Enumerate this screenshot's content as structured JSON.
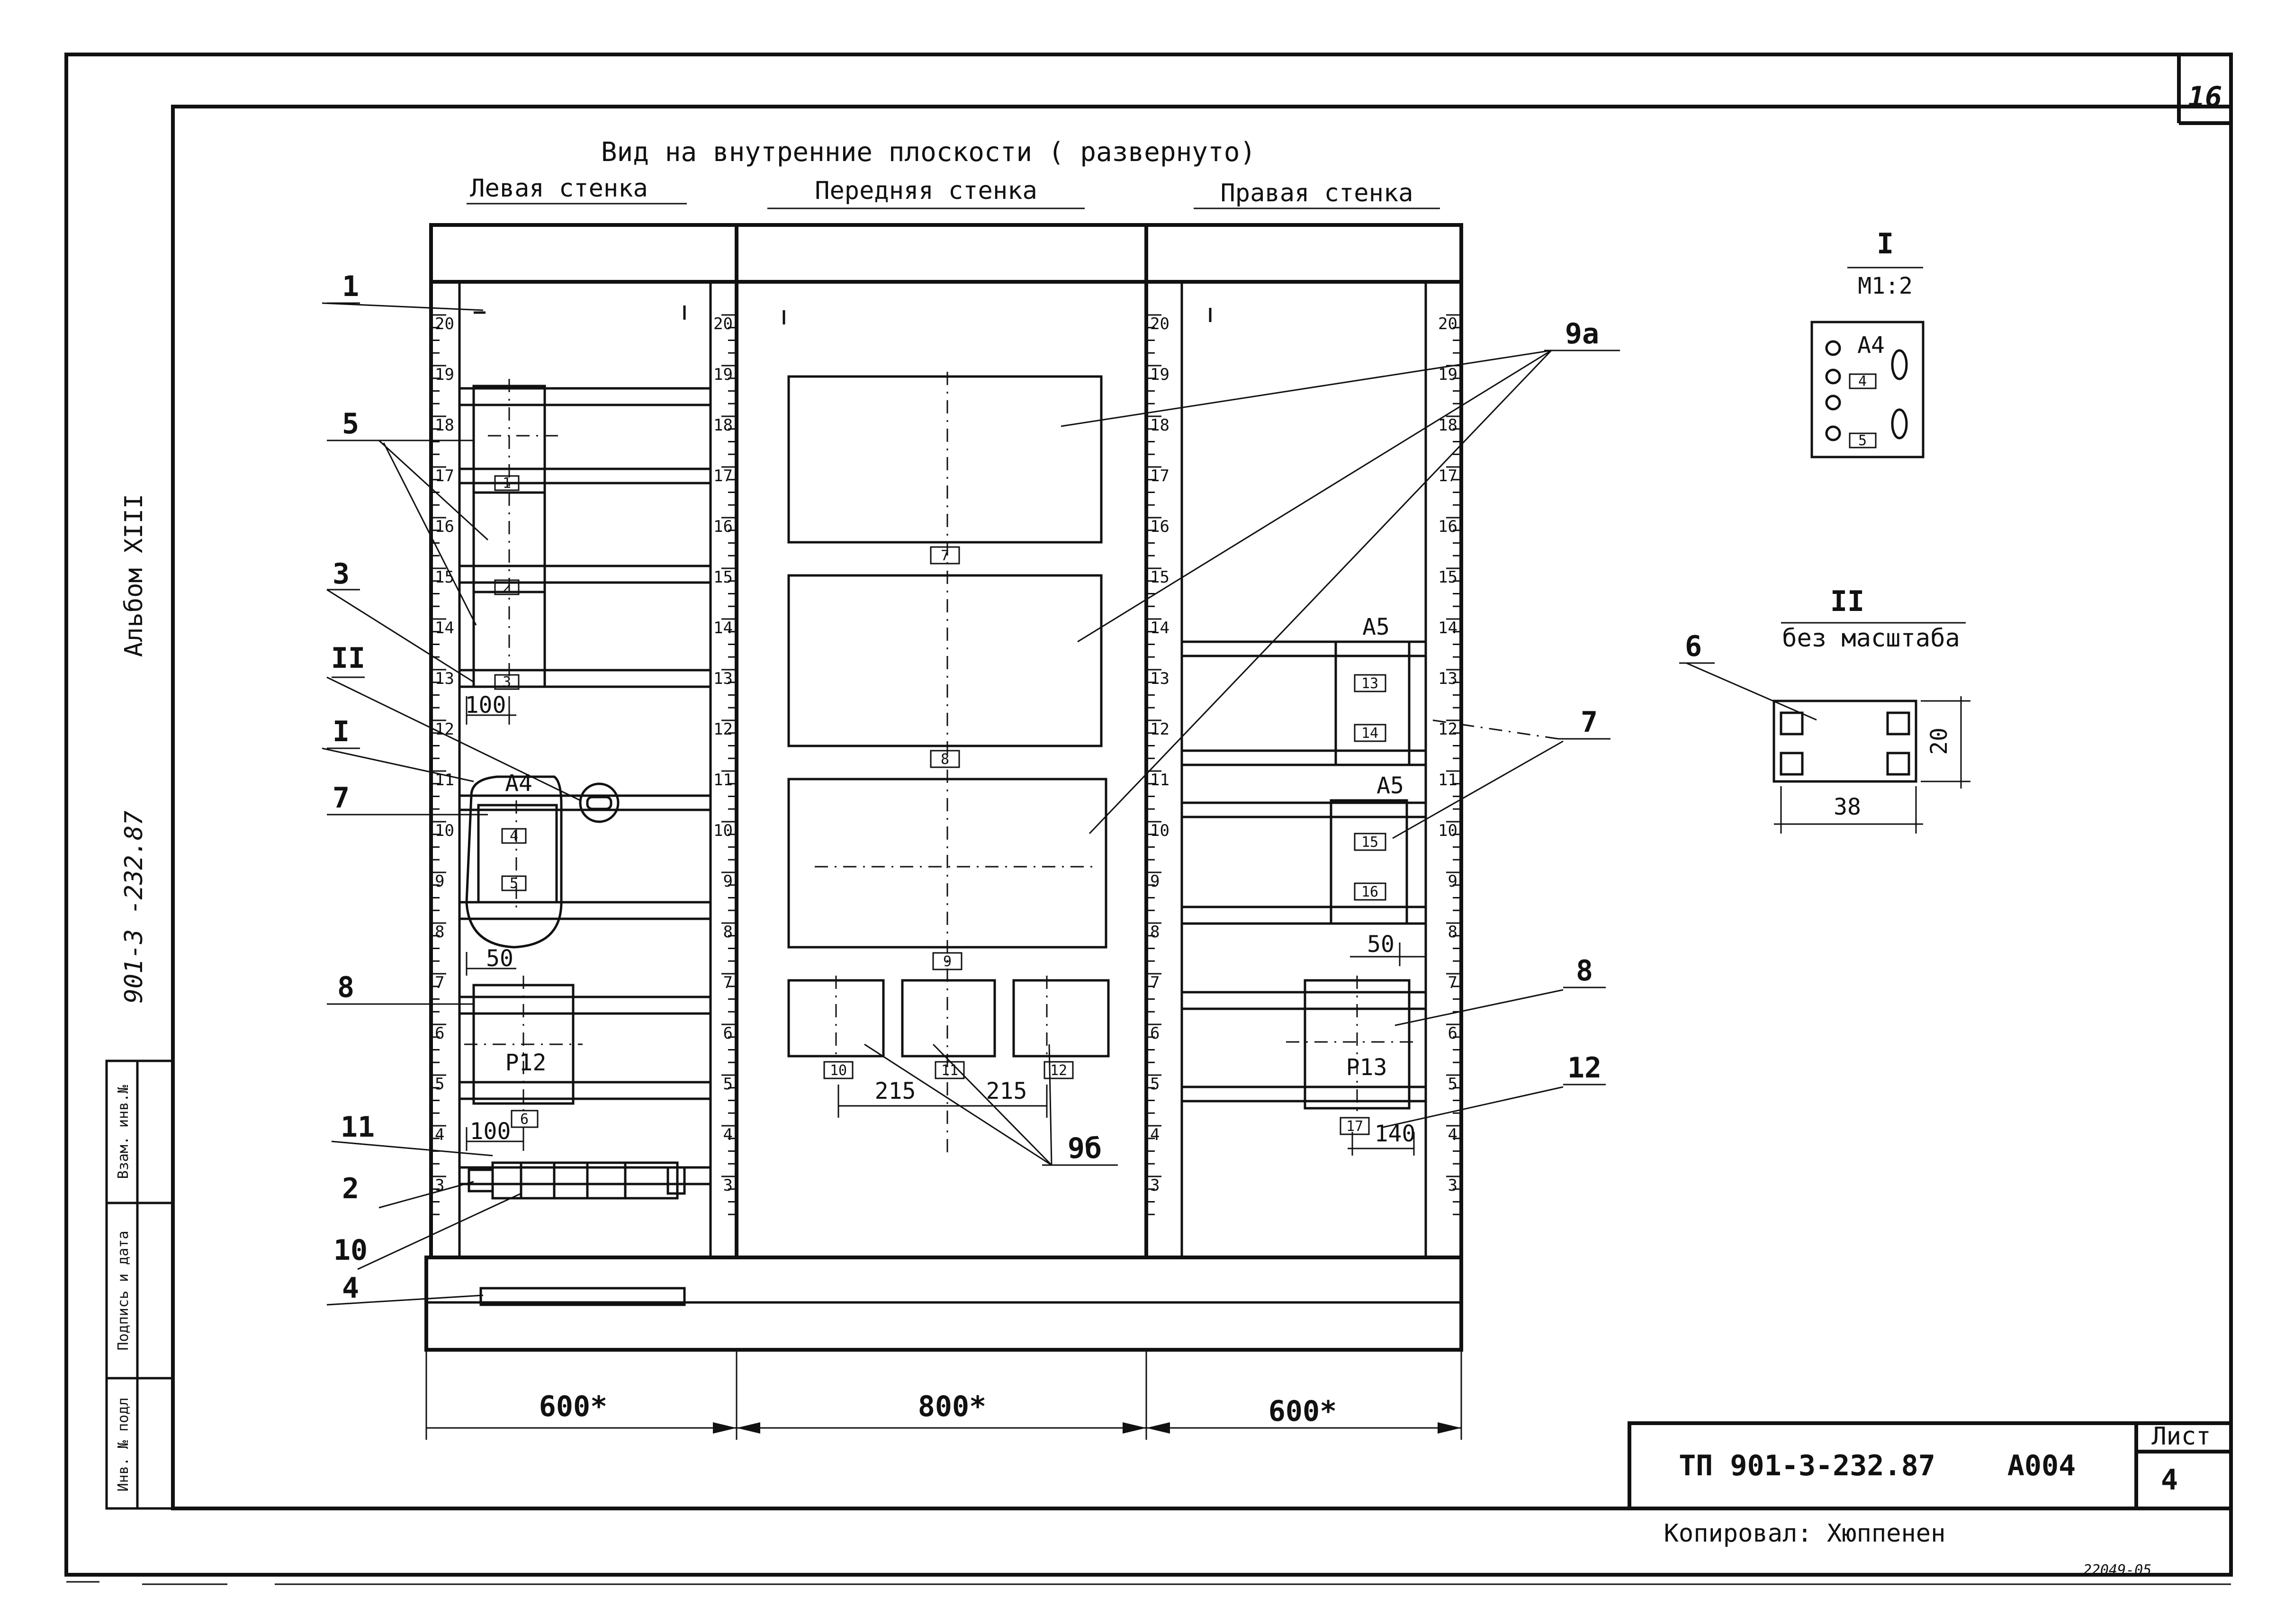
{
  "sheet_number": "16",
  "title": "Вид на внутренние плоскости ( развернуто)",
  "walls": {
    "left": "Левая стенка",
    "front": "Передняя стенка",
    "right": "Правая стенка"
  },
  "callouts": [
    "1",
    "5",
    "3",
    "II",
    "I",
    "7",
    "8",
    "11",
    "2",
    "10",
    "4",
    "9а",
    "9б",
    "7",
    "8",
    "12"
  ],
  "left_wall": {
    "units": [
      "1",
      "2",
      "3"
    ],
    "a4_label": "А4",
    "a4_units": [
      "4",
      "5"
    ],
    "dim_100_top": "100",
    "dim_50": "50",
    "relay_label": "Р12",
    "relay_unit": "6",
    "dim_100_bottom": "100"
  },
  "front_wall": {
    "panel_units": [
      "7",
      "8",
      "9"
    ],
    "small_units": [
      "10",
      "11",
      "12"
    ],
    "dim_215a": "215",
    "dim_215b": "215"
  },
  "right_wall": {
    "a5_top_label": "А5",
    "a5_top_units": [
      "13",
      "14"
    ],
    "a5_bottom_label": "А5",
    "a5_bottom_units": [
      "15",
      "16"
    ],
    "dim_50": "50",
    "relay_label": "Р13",
    "relay_unit": "17",
    "dim_140": "140"
  },
  "rail_ticks": [
    "20",
    "19",
    "18",
    "17",
    "16",
    "15",
    "14",
    "13",
    "12",
    "11",
    "10",
    "9",
    "8",
    "7",
    "6",
    "5",
    "4",
    "3"
  ],
  "dimensions": {
    "left": "600*",
    "front": "800*",
    "right": "600*"
  },
  "detail_I": {
    "title": "I",
    "scale": "М1:2",
    "label": "А4",
    "units": [
      "4",
      "5"
    ]
  },
  "detail_II": {
    "title": "II",
    "scale": "без масштаба",
    "callout": "6",
    "width": "38",
    "height": "20"
  },
  "side_stamp": {
    "album": "Альбом XIII",
    "code": "901-3 -232.87"
  },
  "side_fields": [
    "Инв. № подл",
    "Подпись и дата",
    "Взам. инв.№"
  ],
  "title_block": {
    "code": "ТП 901-3-232.87",
    "doc": "А004",
    "sheet_label": "Лист",
    "sheet_value": "4"
  },
  "copied_by": "Копировал: Хюппенен",
  "stamp_number": "22049-05"
}
